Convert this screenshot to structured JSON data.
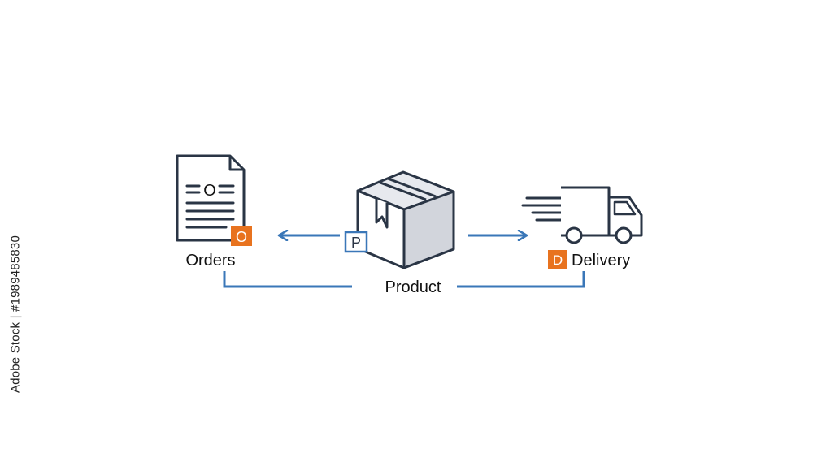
{
  "nodes": {
    "orders": {
      "label": "Orders",
      "badge": "O",
      "doc_letter": "O"
    },
    "product": {
      "label": "Product",
      "badge": "P"
    },
    "delivery": {
      "label": "Delivery",
      "badge": "D"
    }
  },
  "watermark": {
    "text": "Adobe Stock | #1989485830"
  },
  "colors": {
    "outline": "#2a3545",
    "arrow": "#3a77b8",
    "badge_orange": "#e8731f",
    "fill_gray": "#e7e9ee",
    "fill_dark": "#d2d5dc"
  }
}
